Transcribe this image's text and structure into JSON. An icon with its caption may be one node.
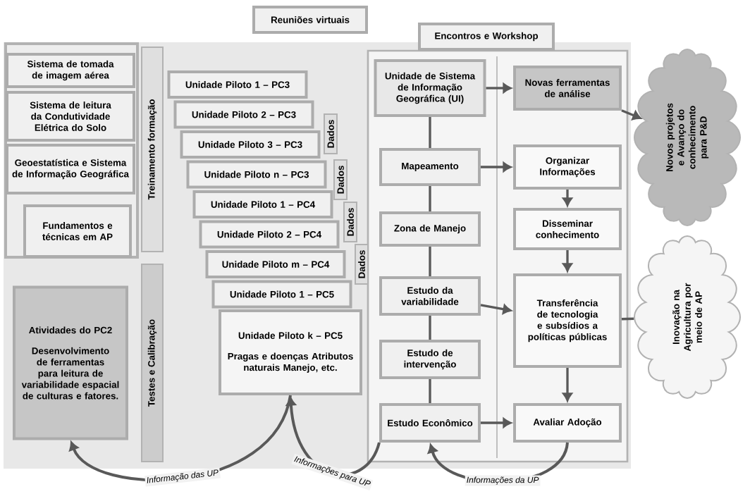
{
  "diagram": {
    "nodes": [
      {
        "text": [
          "Reuniões virtuais"
        ]
      },
      {
        "text": [
          "Encontros e Workshop"
        ]
      },
      {
        "text": [
          "Sistema de tomada de imagem aérea"
        ]
      },
      {
        "text": [
          "Sistema de leitura da Condutividade Elétrica do Solo"
        ]
      },
      {
        "text": [
          "Geoestatística e Sistema de Informação Geográfica"
        ]
      },
      {
        "text": [
          "Fundamentos e técnicas em AP"
        ]
      },
      {
        "text": [
          "Treinamento formação"
        ]
      },
      {
        "text": [
          "Atividades do PC2",
          "Desenvolvimento de ferramentas para leitura de variabilidade espacial de culturas e fatores."
        ]
      },
      {
        "text": [
          "Testes e Calibração"
        ]
      },
      {
        "text": [
          "Unidade Piloto 1 – PC3"
        ]
      },
      {
        "text": [
          "Unidade Piloto 2 – PC3"
        ]
      },
      {
        "text": [
          "Unidade Piloto 3 – PC3"
        ]
      },
      {
        "text": [
          "Unidade Piloto n – PC3"
        ]
      },
      {
        "text": [
          "Unidade Piloto 1 – PC4"
        ]
      },
      {
        "text": [
          "Unidade Piloto 2 – PC4"
        ]
      },
      {
        "text": [
          "Unidade Piloto m – PC4"
        ]
      },
      {
        "text": [
          "Unidade Piloto 1 – PC5"
        ]
      },
      {
        "text": [
          "Unidade Piloto k – PC5",
          "Pragas e doenças Atributos naturais Manejo, etc."
        ]
      },
      {
        "text": [
          "Dados"
        ]
      },
      {
        "text": [
          "Dados"
        ]
      },
      {
        "text": [
          "Dados"
        ]
      },
      {
        "text": [
          "Dados"
        ]
      },
      {
        "text": [
          "Unidade de Sistema de Informação Geográfica (UI)"
        ]
      },
      {
        "text": [
          "Novas ferramentas de análise"
        ]
      },
      {
        "text": [
          "Mapeamento"
        ]
      },
      {
        "text": [
          "Zona de Manejo"
        ]
      },
      {
        "text": [
          "Estudo da variabilidade"
        ]
      },
      {
        "text": [
          "Estudo de intervenção"
        ]
      },
      {
        "text": [
          "Estudo Econômico"
        ]
      },
      {
        "text": [
          "Organizar Informações"
        ]
      },
      {
        "text": [
          "Disseminar conhecimento"
        ]
      },
      {
        "text": [
          "Transferência de tecnologia e subsídios a políticas públicas"
        ]
      },
      {
        "text": [
          "Avaliar Adoção"
        ]
      },
      {
        "text": [
          "Novos projetos e Avanço do conhecimento para P&D"
        ]
      },
      {
        "text": [
          "Inovação na Agricultura por meio de AP"
        ]
      }
    ],
    "edges": [
      {
        "from": 22,
        "to": 23,
        "arrow": "to"
      },
      {
        "from": 23,
        "to": 33,
        "arrow": "to"
      },
      {
        "from": 22,
        "to": 24,
        "arrow": "none"
      },
      {
        "from": 24,
        "to": 25,
        "arrow": "none"
      },
      {
        "from": 25,
        "to": 26,
        "arrow": "none"
      },
      {
        "from": 26,
        "to": 27,
        "arrow": "none"
      },
      {
        "from": 27,
        "to": 28,
        "arrow": "none"
      },
      {
        "from": 24,
        "to": 29,
        "arrow": "to"
      },
      {
        "from": 26,
        "to": 31,
        "arrow": "to"
      },
      {
        "from": 28,
        "to": 32,
        "arrow": "to"
      },
      {
        "from": 29,
        "to": 30,
        "arrow": "to"
      },
      {
        "from": 30,
        "to": 31,
        "arrow": "to"
      },
      {
        "from": 31,
        "to": 32,
        "arrow": "to"
      },
      {
        "from": 31,
        "to": 34,
        "arrow": "none"
      },
      {
        "from": 17,
        "to": 7,
        "arrow": "to",
        "label": "Informação das UP"
      },
      {
        "from": 28,
        "to": 17,
        "arrow": "to",
        "label": "Informações para UP"
      },
      {
        "from": 32,
        "to": 28,
        "arrow": "to",
        "label": "Informações da UP"
      }
    ]
  }
}
